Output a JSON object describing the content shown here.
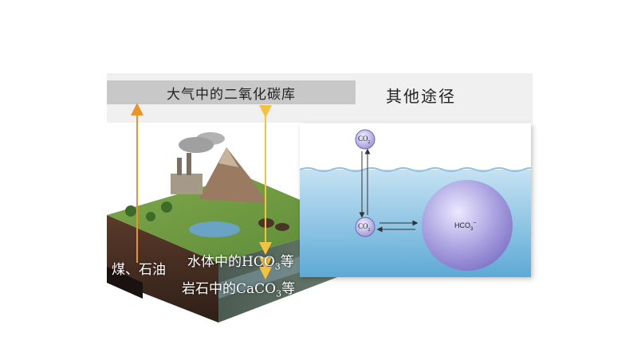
{
  "reservoir": {
    "label": "大气中的二氧化碳库"
  },
  "other_paths": {
    "label": "其他途径"
  },
  "land_labels": {
    "coal_oil": "煤、石油",
    "water_hco3": "水体中的HCO",
    "water_sub": "3",
    "water_suffix": "等",
    "rock_caco3": "岩石中的CaCO",
    "rock_sub": "3",
    "rock_suffix": "等"
  },
  "ocean": {
    "co2_top": "CO",
    "co2_top_sub": "2",
    "co2_bottom": "CO",
    "co2_bottom_sub": "2",
    "hco3": "HCO",
    "hco3_sub": "3",
    "hco3_sup": "−"
  },
  "colors": {
    "arrow_orange": "#e8932b",
    "arrow_yellow": "#f4c242",
    "band": "#f0f0f0",
    "reservoir_bg": "#c8c8c8"
  }
}
